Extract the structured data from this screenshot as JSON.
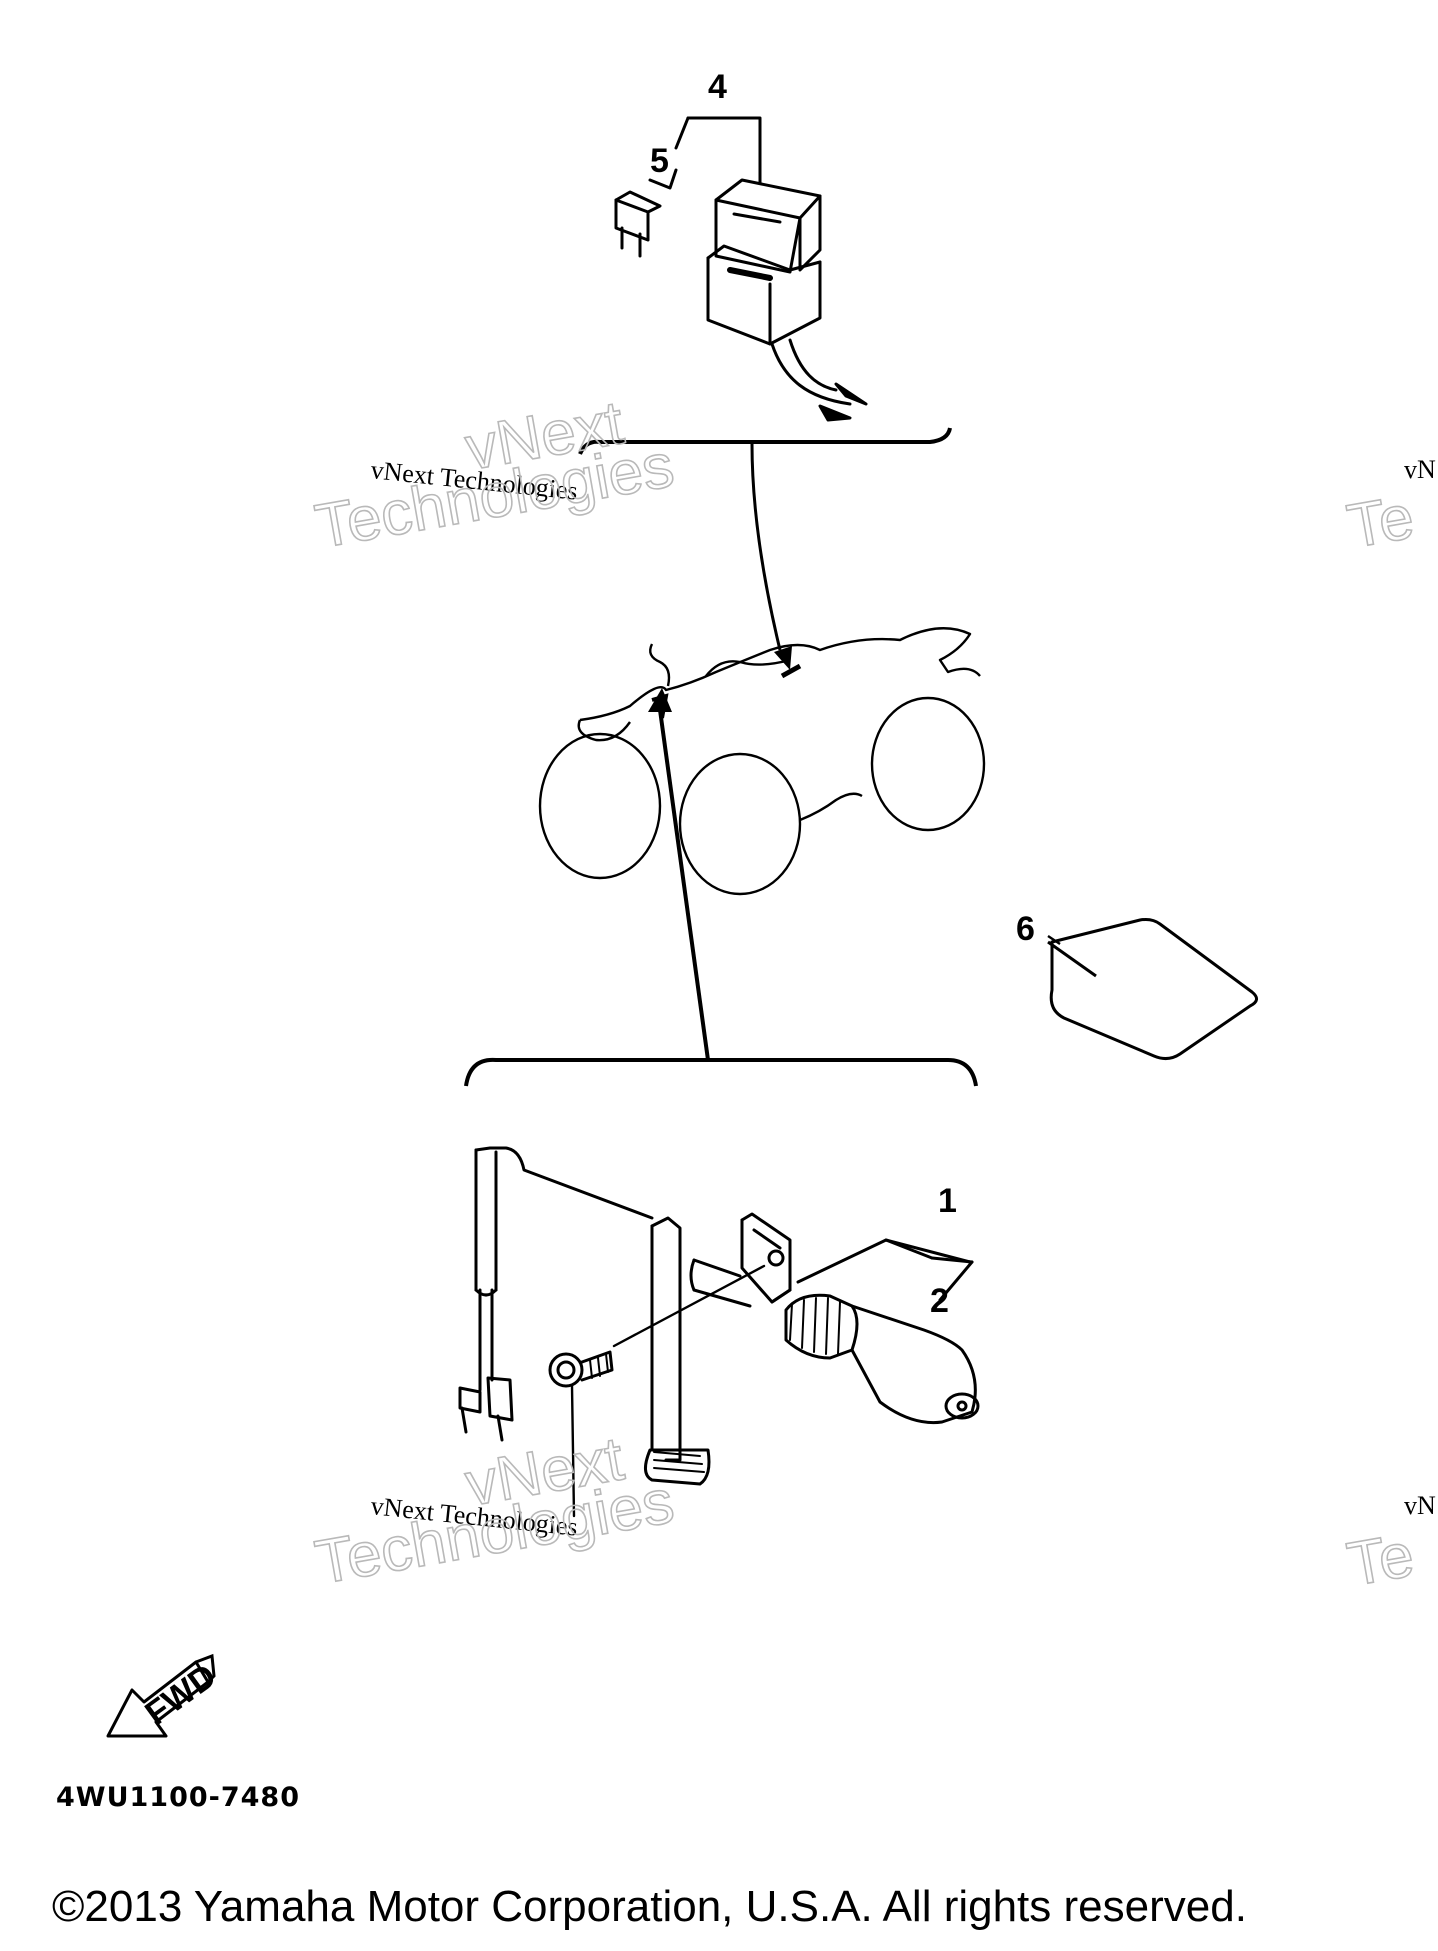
{
  "diagram": {
    "callouts": [
      {
        "id": "1",
        "label": "1"
      },
      {
        "id": "2",
        "label": "2"
      },
      {
        "id": "4",
        "label": "4"
      },
      {
        "id": "5",
        "label": "5"
      },
      {
        "id": "6",
        "label": "6"
      }
    ],
    "direction_label": "FWD",
    "part_code": "4WU1100-7480"
  },
  "watermark": {
    "small_text": "vNext Technologies",
    "large_line1": "vNext",
    "large_line2": "Technologies",
    "edge_fragment_small": "vN",
    "edge_fragment_large": "Te"
  },
  "footer": {
    "copyright": "©2013 Yamaha Motor Corporation, U.S.A. All rights reserved."
  }
}
